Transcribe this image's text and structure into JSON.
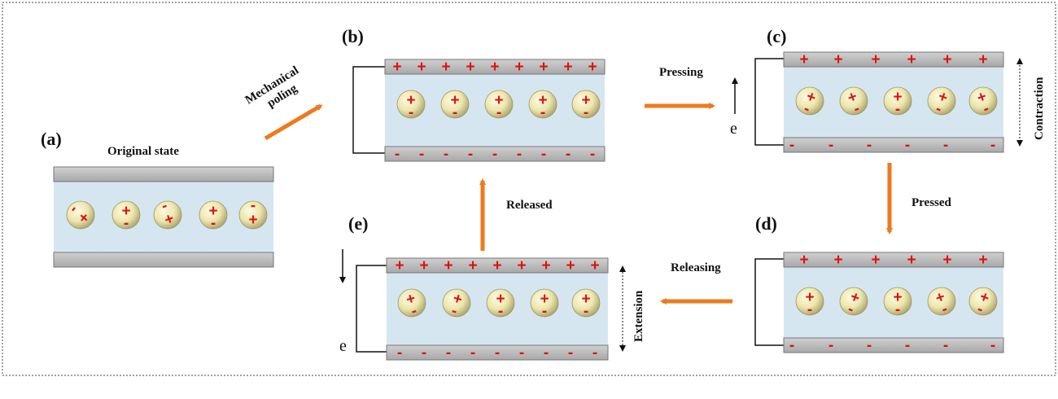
{
  "panels": {
    "a": "(a)",
    "b": "(b)",
    "c": "(c)",
    "d": "(d)",
    "e": "(e)"
  },
  "labels": {
    "original_state": "Original state",
    "mechanical": "Mechanical",
    "poling": "poling",
    "pressing": "Pressing",
    "pressed": "Pressed",
    "releasing": "Releasing",
    "released": "Released",
    "contraction": "Contraction",
    "extension": "Extension",
    "electron": "e"
  },
  "symbols": {
    "plus": "+",
    "minus": "-"
  },
  "colors": {
    "electrode": "#b9b9b9",
    "dielectric": "#d6e6f1",
    "sphere": "#ece7b2",
    "charge": "#e01010",
    "arrow": "#ee7a1e"
  }
}
